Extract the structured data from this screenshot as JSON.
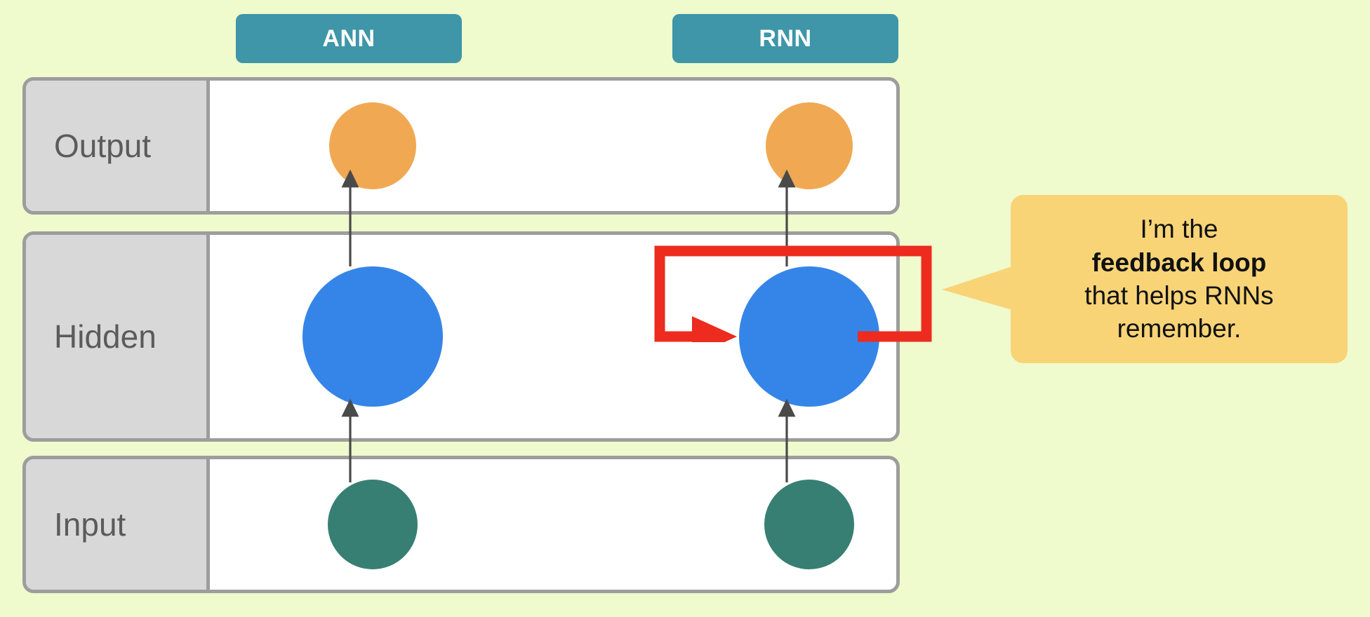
{
  "background_color": "#EFFACD",
  "columns": [
    {
      "id": "ann",
      "label": "ANN",
      "color": "#3E96A8"
    },
    {
      "id": "rnn",
      "label": "RNN",
      "color": "#3E96A8"
    }
  ],
  "rows": [
    {
      "id": "output",
      "label": "Output",
      "node_color": "#F0A952"
    },
    {
      "id": "hidden",
      "label": "Hidden",
      "node_color": "#3585E8"
    },
    {
      "id": "input",
      "label": "Input",
      "node_color": "#377F72"
    }
  ],
  "connections": {
    "arrow_color": "#4A4A4A",
    "description": "Input node points up to Hidden node; Hidden node points up to Output node, in both the ANN and RNN columns."
  },
  "feedback_loop": {
    "color": "#ED2B1F",
    "applies_to_column": "rnn",
    "applies_to_row": "hidden",
    "description": "Red rectangular loop leaving the right side of the RNN hidden node and re-entering its left side with an arrowhead."
  },
  "callout": {
    "background_color": "#F8D477",
    "text_color": "#111111",
    "line_1": "I’m the",
    "line_2_bold": "feedback loop",
    "line_3": "that helps RNNs",
    "line_4": "remember.",
    "tail_direction": "left",
    "points_at": "feedback-loop"
  }
}
